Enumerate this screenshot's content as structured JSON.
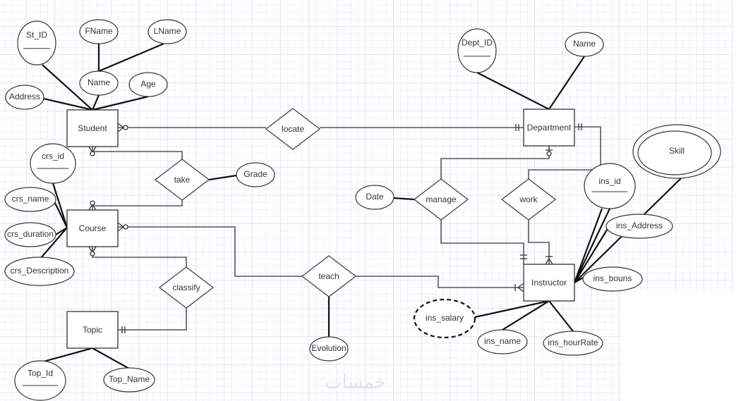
{
  "diagram": {
    "type": "er-diagram",
    "watermark": "خمسات",
    "entities": [
      {
        "id": "student",
        "label": "Student"
      },
      {
        "id": "course",
        "label": "Course"
      },
      {
        "id": "topic",
        "label": "Topic"
      },
      {
        "id": "department",
        "label": "Department"
      },
      {
        "id": "instructor",
        "label": "Instructor"
      }
    ],
    "relationships": [
      {
        "id": "locate",
        "label": "locate"
      },
      {
        "id": "take",
        "label": "take"
      },
      {
        "id": "classify",
        "label": "classify"
      },
      {
        "id": "teach",
        "label": "teach"
      },
      {
        "id": "manage",
        "label": "manage"
      },
      {
        "id": "work",
        "label": "work"
      }
    ],
    "attributes": [
      {
        "id": "st_id",
        "label": "St_ID",
        "key": true,
        "of": "student"
      },
      {
        "id": "fname",
        "label": "FName",
        "of": "name_student"
      },
      {
        "id": "lname",
        "label": "LName",
        "of": "name_student"
      },
      {
        "id": "name_student",
        "label": "Name",
        "composite": true,
        "of": "student"
      },
      {
        "id": "age",
        "label": "Age",
        "of": "student"
      },
      {
        "id": "address",
        "label": "Address",
        "of": "student"
      },
      {
        "id": "crs_id",
        "label": "crs_id",
        "key": true,
        "of": "course"
      },
      {
        "id": "crs_name",
        "label": "crs_name",
        "of": "course"
      },
      {
        "id": "crs_duration",
        "label": "crs_duration",
        "of": "course"
      },
      {
        "id": "crs_description",
        "label": "crs_Description",
        "of": "course"
      },
      {
        "id": "grade",
        "label": "Grade",
        "of": "take"
      },
      {
        "id": "top_id",
        "label": "Top_Id",
        "key": true,
        "of": "topic"
      },
      {
        "id": "top_name",
        "label": "Top_Name",
        "of": "topic"
      },
      {
        "id": "evolution",
        "label": "Evolution",
        "of": "teach"
      },
      {
        "id": "dept_id",
        "label": "Dept_ID",
        "key": true,
        "of": "department"
      },
      {
        "id": "dept_name",
        "label": "Name",
        "of": "department"
      },
      {
        "id": "date",
        "label": "Date",
        "of": "manage"
      },
      {
        "id": "ins_id",
        "label": "ins_id",
        "key": true,
        "of": "instructor"
      },
      {
        "id": "skill",
        "label": "Skill",
        "multivalued": true,
        "of": "instructor"
      },
      {
        "id": "ins_address",
        "label": "ins_Address",
        "of": "instructor"
      },
      {
        "id": "ins_bouns",
        "label": "ins_bouns",
        "of": "instructor"
      },
      {
        "id": "ins_salary",
        "label": "ins_salary",
        "derived": true,
        "of": "instructor"
      },
      {
        "id": "ins_name",
        "label": "ins_name",
        "of": "instructor"
      },
      {
        "id": "ins_hourrate",
        "label": "ins_hourRate",
        "of": "instructor"
      }
    ],
    "connections": [
      {
        "from": "student",
        "to": "locate",
        "cardinality": "zero-or-many"
      },
      {
        "from": "locate",
        "to": "department",
        "cardinality": "one-and-only-one"
      },
      {
        "from": "student",
        "to": "take",
        "cardinality": "zero-or-many"
      },
      {
        "from": "take",
        "to": "course",
        "cardinality": "zero-or-many"
      },
      {
        "from": "course",
        "to": "classify",
        "cardinality": "zero-or-many"
      },
      {
        "from": "classify",
        "to": "topic",
        "cardinality": "one-and-only-one"
      },
      {
        "from": "course",
        "to": "teach",
        "cardinality": "zero-or-many"
      },
      {
        "from": "teach",
        "to": "instructor",
        "cardinality": "one-or-many"
      },
      {
        "from": "department",
        "to": "manage",
        "cardinality": "zero-or-one"
      },
      {
        "from": "manage",
        "to": "instructor",
        "cardinality": "one-and-only-one"
      },
      {
        "from": "department",
        "to": "work",
        "cardinality": "one-and-only-one"
      },
      {
        "from": "work",
        "to": "instructor",
        "cardinality": "one-or-many"
      }
    ]
  }
}
